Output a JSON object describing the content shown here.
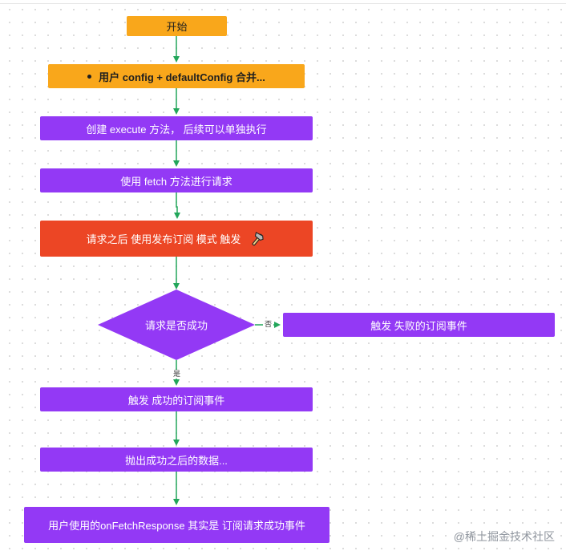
{
  "nodes": {
    "start": "开始",
    "merge_config": "用户 config + defaultConfig 合并...",
    "create_execute": "创建 execute 方法， 后续可以单独执行",
    "use_fetch": "使用 fetch 方法进行请求",
    "publish_subscribe": "请求之后 使用发布订阅 模式 触发",
    "decision": "请求是否成功",
    "fail_event": "触发 失败的订阅事件",
    "success_event": "触发 成功的订阅事件",
    "throw_data": "抛出成功之后的数据...",
    "on_fetch_response": "用户使用的onFetchResponse 其实是 订阅请求成功事件"
  },
  "edge_labels": {
    "no": "否",
    "yes": "是"
  },
  "watermark": "@稀土掘金技术社区",
  "colors": {
    "orange": "#f9a71b",
    "purple": "#9339f5",
    "red": "#ec4625",
    "edge": "#22a65a"
  },
  "icons": {
    "decoration": "hammer-icon"
  }
}
